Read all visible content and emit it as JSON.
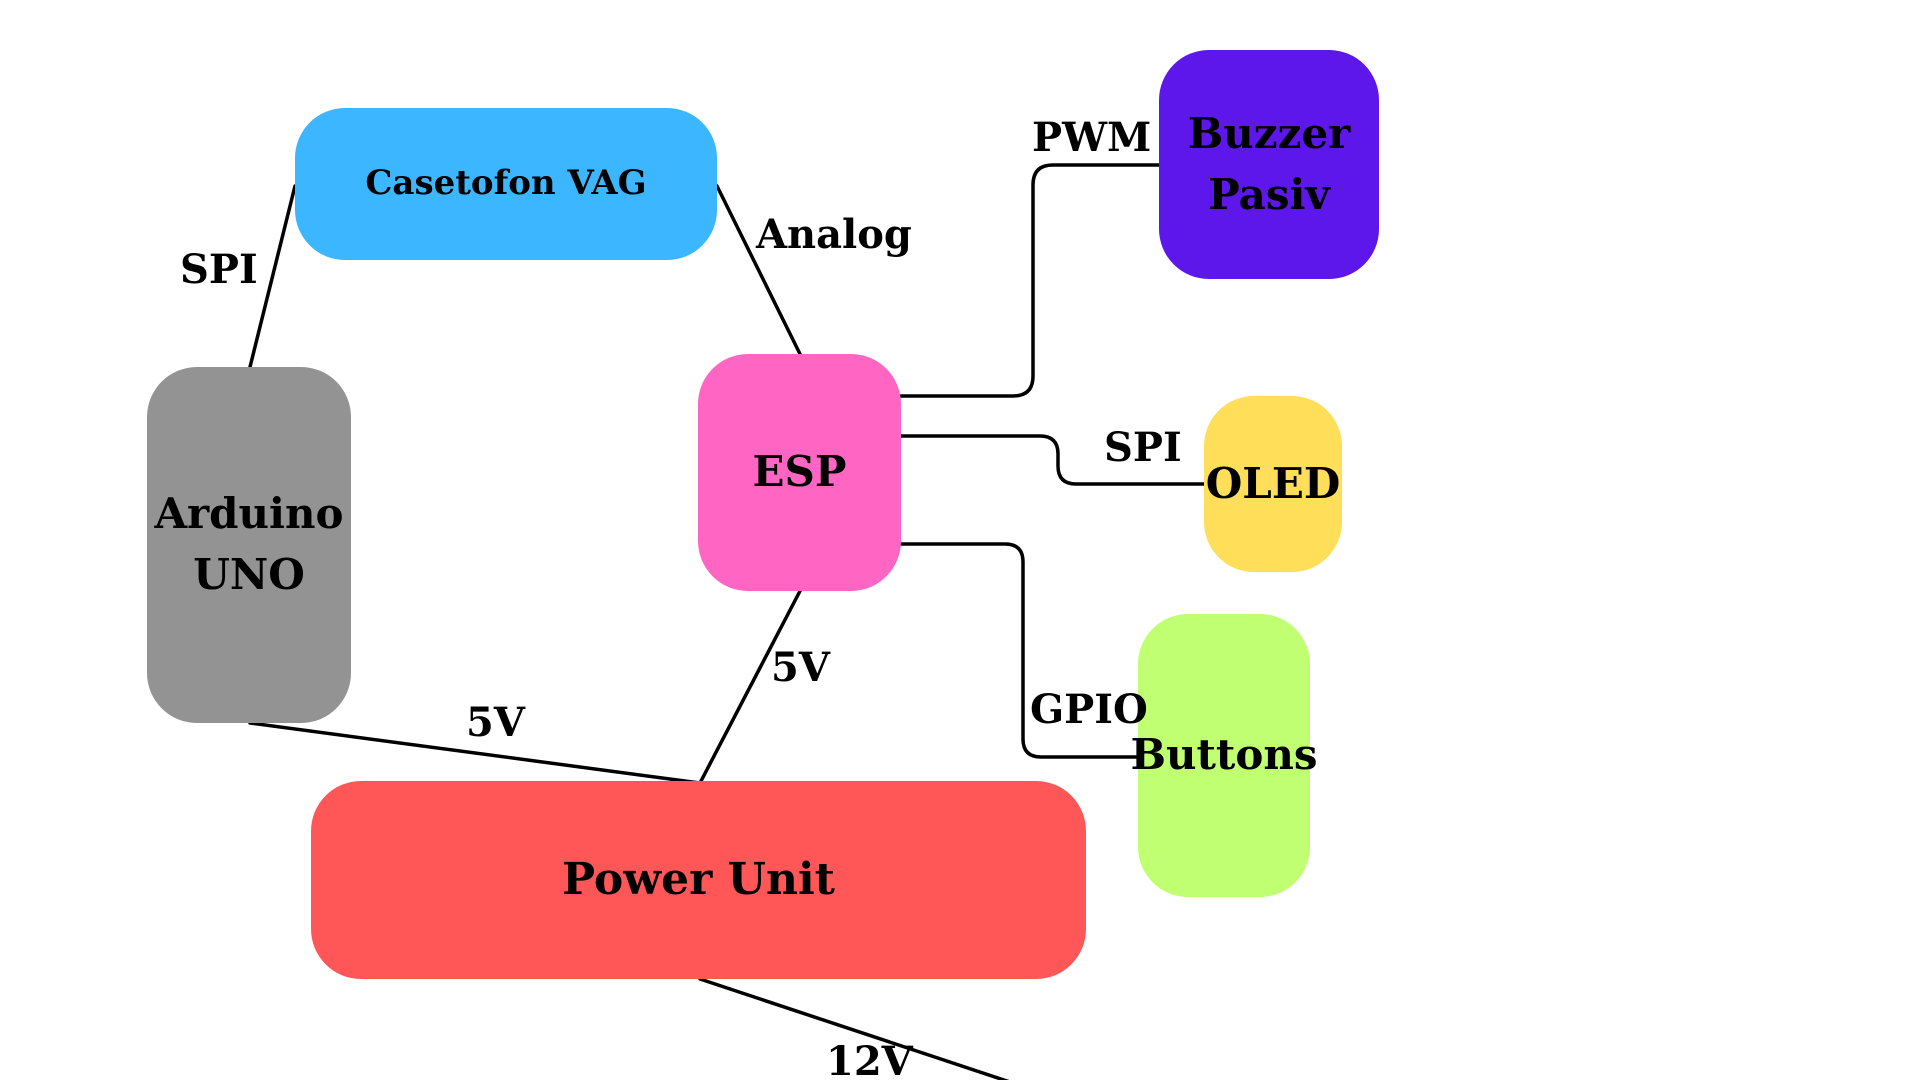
{
  "diagram": {
    "nodes": {
      "casetofon": {
        "lines": [
          "Casetofon VAG"
        ],
        "color": "#3bb6ff"
      },
      "arduino": {
        "lines": [
          "Arduino",
          "UNO"
        ],
        "color": "#939393"
      },
      "esp": {
        "lines": [
          "ESP"
        ],
        "color": "#ff66c4"
      },
      "buzzer": {
        "lines": [
          "Buzzer",
          "Pasiv"
        ],
        "color": "#5e17eb"
      },
      "oled": {
        "lines": [
          "OLED"
        ],
        "color": "#ffde59"
      },
      "buttons": {
        "lines": [
          "Buttons"
        ],
        "color": "#c1ff72"
      },
      "power": {
        "lines": [
          "Power Unit"
        ],
        "color": "#ff5757"
      }
    },
    "edge_labels": {
      "spi_left": "SPI",
      "analog": "Analog",
      "pwm": "PWM",
      "spi_right": "SPI",
      "gpio": "GPIO",
      "five_v_left": "5V",
      "five_v_right": "5V",
      "twelve_v": "12V"
    },
    "connections": [
      {
        "from": "arduino",
        "to": "casetofon",
        "label": "SPI"
      },
      {
        "from": "casetofon",
        "to": "esp",
        "label": "Analog"
      },
      {
        "from": "esp",
        "to": "buzzer",
        "label": "PWM"
      },
      {
        "from": "esp",
        "to": "oled",
        "label": "SPI"
      },
      {
        "from": "esp",
        "to": "buttons",
        "label": "GPIO"
      },
      {
        "from": "power",
        "to": "arduino",
        "label": "5V"
      },
      {
        "from": "power",
        "to": "esp",
        "label": "5V"
      },
      {
        "from": "power",
        "to": "external",
        "label": "12V"
      }
    ],
    "line_color": "#000000"
  }
}
